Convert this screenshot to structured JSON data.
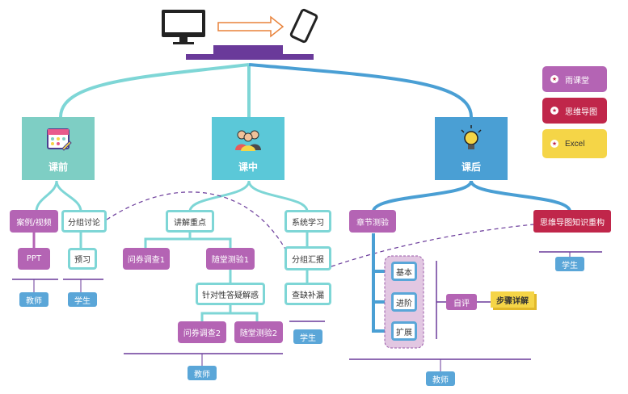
{
  "phases": {
    "pre": "课前",
    "mid": "课中",
    "post": "课后"
  },
  "pre": {
    "case_video": "案例/视频",
    "group_discuss": "分组讨论",
    "ppt": "PPT",
    "preview": "预习",
    "teacher": "教师",
    "student": "学生"
  },
  "mid": {
    "key_points": "讲解重点",
    "system_study": "系统学习",
    "survey1": "问券调查1",
    "quiz1": "随堂测验1",
    "group_report": "分组汇报",
    "targeted_qa": "针对性答疑解惑",
    "check_fill": "查缺补漏",
    "survey2": "问券调查2",
    "quiz2": "随堂测验2",
    "student": "学生",
    "teacher": "教师"
  },
  "post": {
    "chapter_test": "章节测验",
    "mindmap_rebuild": "思维导图知识重构",
    "basic": "基本",
    "advanced": "进阶",
    "extend": "扩展",
    "self_eval": "自评",
    "step_detail": "步骤详解",
    "student": "学生",
    "teacher": "教师"
  },
  "legend": [
    {
      "label": "雨课堂",
      "color": "#b464b4"
    },
    {
      "label": "思维导图",
      "color": "#c0264a"
    },
    {
      "label": "Excel",
      "color": "#f5d547"
    }
  ],
  "colors": {
    "teal": "#7ed6d6",
    "phase_pre": "#7ecec4",
    "phase_mid": "#5bc8d8",
    "phase_post": "#4a9fd4",
    "purple": "#b464b4",
    "blue": "#5aa6d8",
    "dark_purple": "#6a3a9a"
  }
}
